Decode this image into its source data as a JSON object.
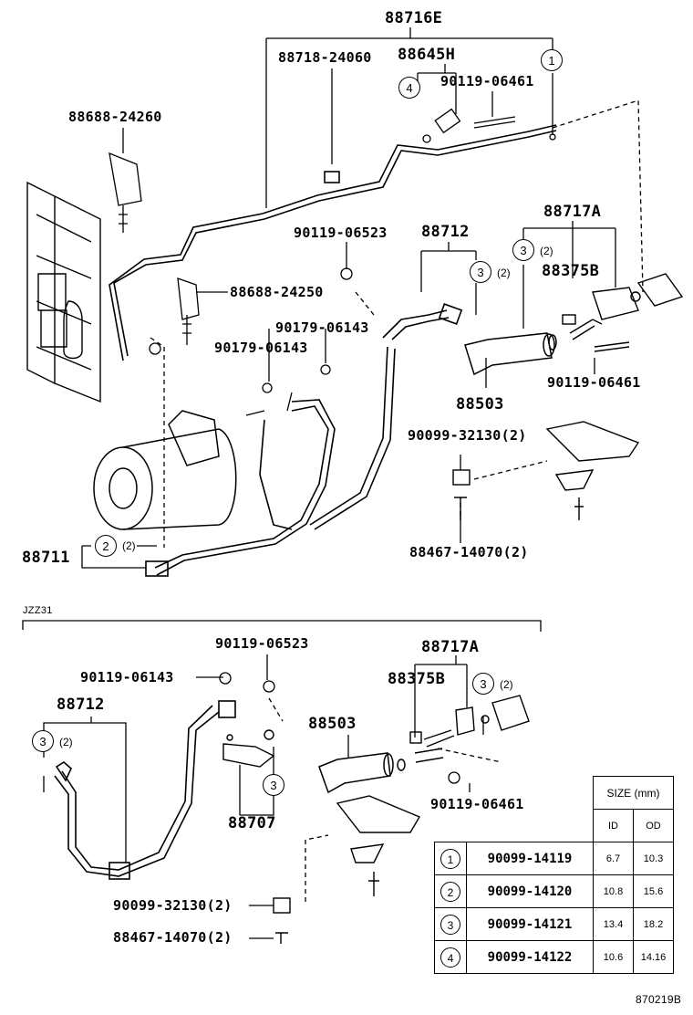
{
  "parts": {
    "p88716E": "88716E",
    "p88718_24060": "88718-24060",
    "p88645H": "88645H",
    "p90119_06461_top": "90119-06461",
    "p88688_24260": "88688-24260",
    "p90119_06523_top": "90119-06523",
    "p88712_top": "88712",
    "p88717A_top": "88717A",
    "p88375B_top": "88375B",
    "p88688_24250": "88688-24250",
    "p90179_06143_a": "90179-06143",
    "p90179_06143_b": "90179-06143",
    "p88503_top": "88503",
    "p90119_06461_mid": "90119-06461",
    "p90099_32130_top": "90099-32130(2)",
    "p88467_14070_top": "88467-14070(2)",
    "p88711": "88711",
    "section_jzz31": "JZZ31",
    "p90119_06523_bot": "90119-06523",
    "p90119_06143": "90119-06143",
    "p88712_bot": "88712",
    "p88717A_bot": "88717A",
    "p88375B_bot": "88375B",
    "p88503_bot": "88503",
    "p88707": "88707",
    "p90119_06461_bot": "90119-06461",
    "p90099_32130_bot": "90099-32130(2)",
    "p88467_14070_bot": "88467-14070(2)"
  },
  "callouts": {
    "c1": "1",
    "c4": "4",
    "c3a": "3",
    "c3b": "3",
    "c2": "2",
    "c3c": "3",
    "c3d": "3",
    "c3e": "3",
    "q2a": "(2)",
    "q2b": "(2)",
    "q2c": "(2)",
    "q2d": "(2)",
    "q2e": "(2)"
  },
  "size_table": {
    "header": "SIZE (mm)",
    "col_id": "ID",
    "col_od": "OD",
    "rows": [
      {
        "ref": "1",
        "part": "90099-14119",
        "id": "6.7",
        "od": "10.3"
      },
      {
        "ref": "2",
        "part": "90099-14120",
        "id": "10.8",
        "od": "15.6"
      },
      {
        "ref": "3",
        "part": "90099-14121",
        "id": "13.4",
        "od": "18.2"
      },
      {
        "ref": "4",
        "part": "90099-14122",
        "id": "10.6",
        "od": "14.16"
      }
    ]
  },
  "figure_code": "870219B"
}
